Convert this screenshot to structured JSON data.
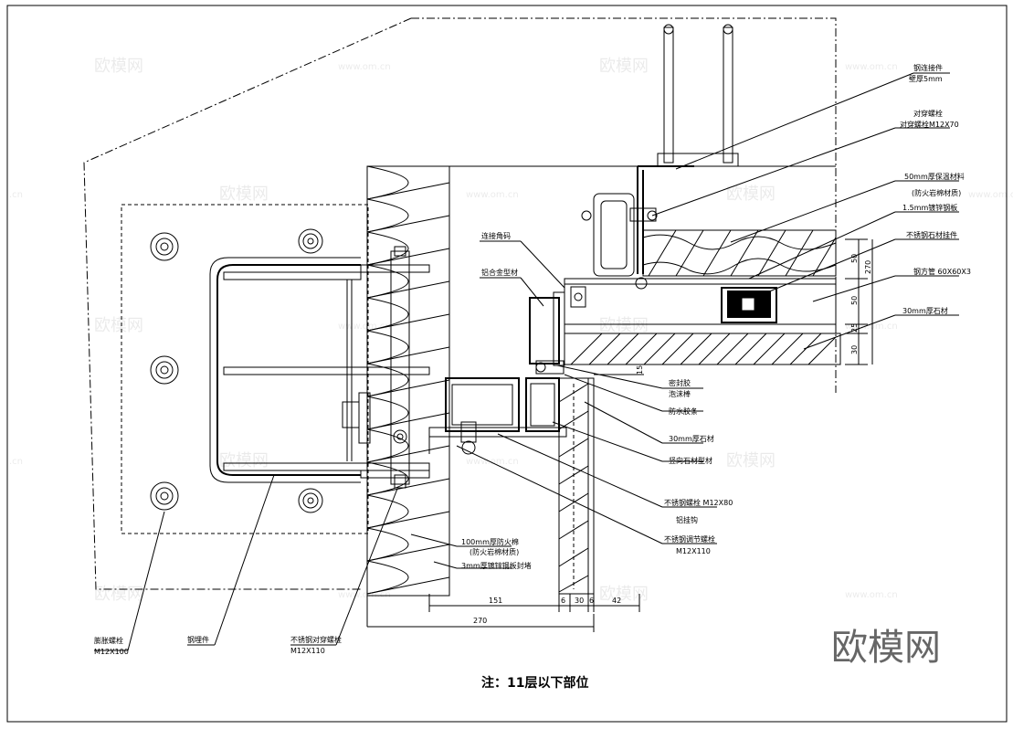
{
  "labels": {
    "l01": "钢连接件",
    "l02": "壁厚5mm",
    "l03": "对穿螺栓",
    "l04": "对穿螺栓M12X70",
    "l05": "50mm厚保温材料",
    "l06": "(防火岩棉材质)",
    "l07": "1.5mm镀锌钢板",
    "l08": "不锈钢石材挂件",
    "l09": "钢方管 60X60X3",
    "l10": "30mm厚石材",
    "l11": "连接角码",
    "l12": "铝合金型材",
    "l13": "密封胶",
    "l14": "泡沫棒",
    "l15": "防水胶条",
    "l16": "30mm厚石材",
    "l17": "竖向石材型材",
    "l18": "不锈钢螺栓 M12X80",
    "l19": "铝挂钩",
    "l20": "不锈钢调节螺栓",
    "l21": "M12X110",
    "l22": "100mm厚防火棉",
    "l23": "(防火岩棉材质)",
    "l24": "3mm厚镀锌钢板封堵",
    "l25": "膨胀螺栓",
    "l26": "M12X100",
    "l27": "钢埋件",
    "l28": "不锈钢对穿螺栓",
    "l29": "M12X110"
  },
  "dimensions": {
    "d_top_50a": "50",
    "d_top_270": "270",
    "d_top_50b": "50",
    "d_top_25": "25",
    "d_top_30": "30",
    "d_bottom_151": "151",
    "d_bottom_6": "6",
    "d_bottom_30": "30",
    "d_bottom_6b": "6",
    "d_bottom_42": "42",
    "d_bottom_270": "270",
    "d_side_15": "15"
  },
  "note": "注：11层以下部位",
  "watermarks": {
    "brand": "欧模网",
    "site": "www.om.cn",
    "site_short": ".cn"
  }
}
